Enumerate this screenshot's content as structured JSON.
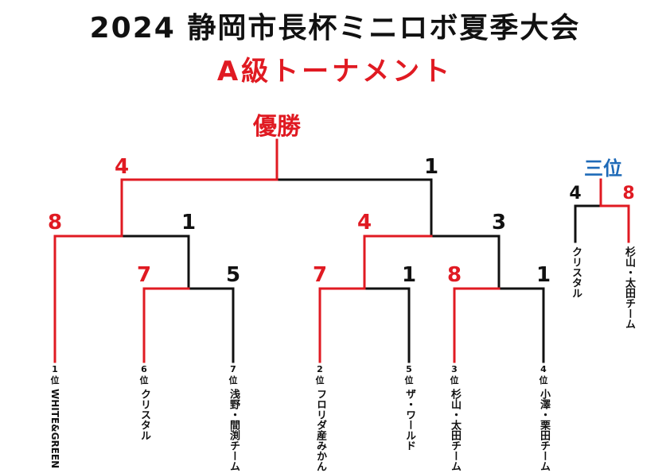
{
  "title": "2024 静岡市長杯ミニロボ夏季大会",
  "subtitle": "A級トーナメント",
  "champion_label": "優勝",
  "third_place_label": "三位",
  "colors": {
    "winner": "#e01a22",
    "loser": "#111111",
    "third": "#1e6ab8"
  },
  "teams": [
    {
      "rank": "1 位",
      "name": "WHITE&GREEN"
    },
    {
      "rank": "6 位",
      "name": "クリスタル"
    },
    {
      "rank": "7 位",
      "name": "浅野・間渕チーム"
    },
    {
      "rank": "2 位",
      "name": "フロリダ産みかん"
    },
    {
      "rank": "5 位",
      "name": "ザ・ワールド"
    },
    {
      "rank": "3 位",
      "name": "杉山・太田チーム"
    },
    {
      "rank": "4 位",
      "name": "小澤・栗田チーム"
    }
  ],
  "matches": [
    {
      "id": "m1",
      "left_team": "クリスタル",
      "right_team": "浅野・間渕チーム",
      "left_score": "7",
      "right_score": "5",
      "winner": "left"
    },
    {
      "id": "m2",
      "left_team": "WHITE&GREEN",
      "right_team": "m1",
      "left_score": "8",
      "right_score": "1",
      "winner": "left"
    },
    {
      "id": "m3",
      "left_team": "フロリダ産みかん",
      "right_team": "ザ・ワールド",
      "left_score": "7",
      "right_score": "1",
      "winner": "left"
    },
    {
      "id": "m4",
      "left_team": "杉山・太田チーム",
      "right_team": "小澤・栗田チーム",
      "left_score": "8",
      "right_score": "1",
      "winner": "left"
    },
    {
      "id": "m5",
      "left_team": "m3",
      "right_team": "m4",
      "left_score": "4",
      "right_score": "3",
      "winner": "left"
    },
    {
      "id": "final",
      "left_team": "m2",
      "right_team": "m5",
      "left_score": "4",
      "right_score": "1",
      "winner": "left"
    }
  ],
  "third_place_match": {
    "left_team": "クリスタル",
    "right_team": "杉山・太田チーム",
    "left_score": "4",
    "right_score": "8",
    "winner": "right"
  }
}
